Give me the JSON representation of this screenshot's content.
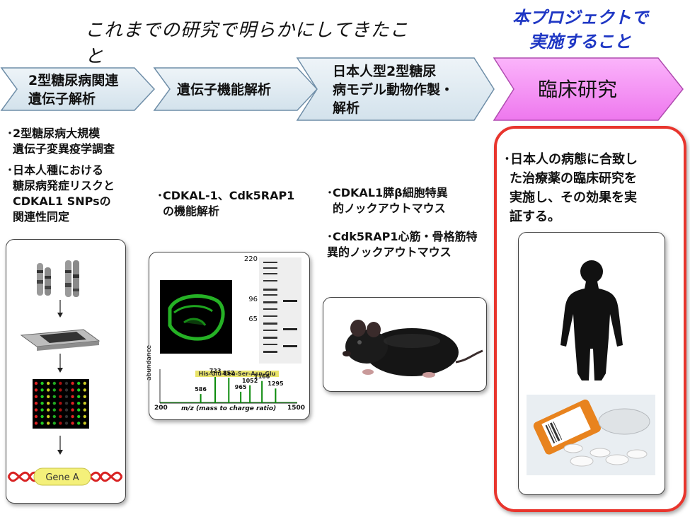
{
  "header": {
    "left_title": "これまでの研究で明らかにしてきたこと",
    "right_title_line1": "本プロジェクトで",
    "right_title_line2": "実施すること"
  },
  "steps": [
    {
      "line1": "2型糖尿病関連",
      "line2": "遺伝子解析",
      "line3": ""
    },
    {
      "line1": "遺伝子機能解析",
      "line2": "",
      "line3": ""
    },
    {
      "line1": "日本人型2型糖尿",
      "line2": "病モデル動物作製・",
      "line3": "解析"
    },
    {
      "line1": "臨床研究",
      "line2": "",
      "line3": ""
    }
  ],
  "col1": {
    "bullet1_line1": "･2型糖尿病大規模",
    "bullet1_line2": "遺伝子変異疫学調査",
    "bullet2_line1": "･日本人種における",
    "bullet2_line2": "糖尿病発症リスクと",
    "bullet2_line3": "CDKAL1 SNPsの",
    "bullet2_line4": "関連性同定",
    "gene_label": "Gene A"
  },
  "col2": {
    "bullet_line1": "･CDKAL-1、Cdk5RAP1",
    "bullet_line2": "の機能解析",
    "gel_markers": [
      "220",
      "96",
      "65"
    ],
    "ms_peptide": "His-Glu-Leu-Ser-Asn-Glu",
    "ms_ylabel": "abundance",
    "ms_xlabel": "m/z (mass to charge ratio)",
    "ms_xmin": "200",
    "ms_xmax": "1500",
    "ms_peaks": [
      {
        "mz": "586",
        "height": 0.28
      },
      {
        "mz": "723",
        "height": 0.85
      },
      {
        "mz": "852",
        "height": 0.78
      },
      {
        "mz": "965",
        "height": 0.35
      },
      {
        "mz": "1052",
        "height": 0.55
      },
      {
        "mz": "1166",
        "height": 0.68
      },
      {
        "mz": "1295",
        "height": 0.45
      }
    ]
  },
  "col3": {
    "bullet1_line1": "･CDKAL1膵β細胞特異",
    "bullet1_line2": "的ノックアウトマウス",
    "bullet2_line1": "･Cdk5RAP1心筋・骨格筋特",
    "bullet2_line2": "異的ノックアウトマウス"
  },
  "col4": {
    "bullet_line1": "･日本人の病態に合致し",
    "bullet_line2": "た治療薬の臨床研究を",
    "bullet_line3": "実施し、その効果を実",
    "bullet_line4": "証する。"
  },
  "colors": {
    "arrow_fill": "#e4eef5",
    "arrow_stroke": "#6f8ea8",
    "clinical_fill": "#f48ef4",
    "heading_blue": "#1f37c4",
    "red_border": "#e8352d"
  }
}
